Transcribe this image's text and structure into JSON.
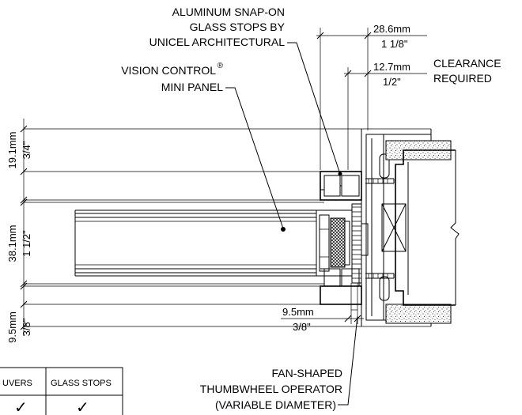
{
  "callouts": {
    "glass_stops": [
      "ALUMINUM SNAP-ON",
      "GLASS STOPS BY",
      "UNICEL ARCHITECTURAL"
    ],
    "vision_control": [
      "VISION CONTROL",
      "®",
      "MINI PANEL"
    ],
    "thumbwheel": [
      "FAN-SHAPED",
      "THUMBWHEEL OPERATOR",
      "(VARIABLE DIAMETER)"
    ],
    "clearance": [
      "CLEARANCE",
      "REQUIRED"
    ]
  },
  "dimensions": {
    "stop_width_mm": "28.6mm",
    "stop_width_in": "1 1/8\"",
    "clearance_mm": "12.7mm",
    "clearance_in": "1/2\"",
    "top_mm": "19.1mm",
    "top_in": "3/4\"",
    "panel_mm": "38.1mm",
    "panel_in": "1 1/2\"",
    "gap_mm": "9.5mm",
    "gap_in": "3/8\"",
    "bottom_mm": "9.5mm",
    "bottom_in": "3/8\""
  },
  "table": {
    "headers": [
      "UVERS",
      "GLASS STOPS"
    ],
    "marks": [
      "✓",
      "✓"
    ]
  }
}
